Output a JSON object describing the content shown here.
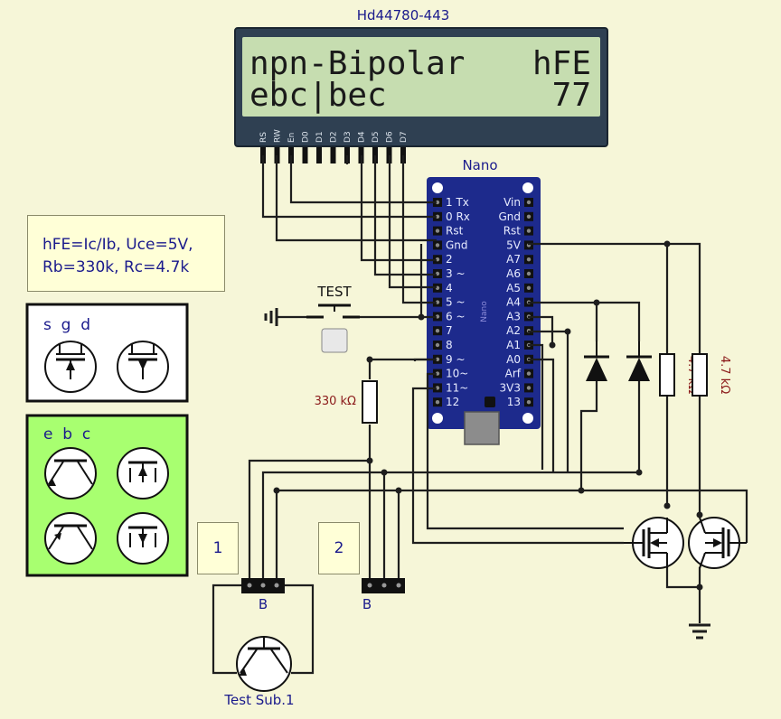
{
  "lcd": {
    "part_label": "Hd44780-443",
    "line1_left": "npn-Bipolar",
    "line1_right": "hFE",
    "line2_left": "ebc|bec",
    "line2_right": "77",
    "pins": [
      "RS",
      "RW",
      "En",
      "D0",
      "D1",
      "D2",
      "D3",
      "D4",
      "D5",
      "D6",
      "D7"
    ]
  },
  "nano": {
    "label": "Nano",
    "chip_text": "Nano",
    "left_pins": [
      "1 Tx",
      "0 Rx",
      "Rst",
      "Gnd",
      "2",
      "3 ~",
      "4",
      "5 ~",
      "6 ~",
      "7",
      "8",
      "9 ~",
      "10~",
      "11~",
      "12"
    ],
    "right_pins": [
      "Vin",
      "Gnd",
      "Rst",
      "5V",
      "A7",
      "A6",
      "A5",
      "A4",
      "A3",
      "A2",
      "A1",
      "A0",
      "Arf",
      "3V3",
      "13"
    ]
  },
  "info_box": {
    "line1": "hFE=Ic/Ib, Uce=5V,",
    "line2": "Rb=330k, Rc=4.7k"
  },
  "fet_box": {
    "pins_label": "s  g  d"
  },
  "bjt_box": {
    "pins_label": "e  b  c"
  },
  "button_label": "TEST",
  "resistors": {
    "r_base": "330 kΩ",
    "r_c1": "4.7 kΩ",
    "r_c2": "4.7 kΩ"
  },
  "sockets": {
    "note1": "1",
    "note2": "2",
    "socket1_pin": "B",
    "socket2_pin": "B"
  },
  "test_subject_label": "Test Sub.1",
  "colors": {
    "background": "#f6f6d8",
    "lcd_bezel": "#2f4052",
    "lcd_screen": "#c6ddb0",
    "nano_board": "#1d2a8c",
    "bjt_box": "#a8ff70",
    "resistor_label": "#8b1a1a"
  }
}
